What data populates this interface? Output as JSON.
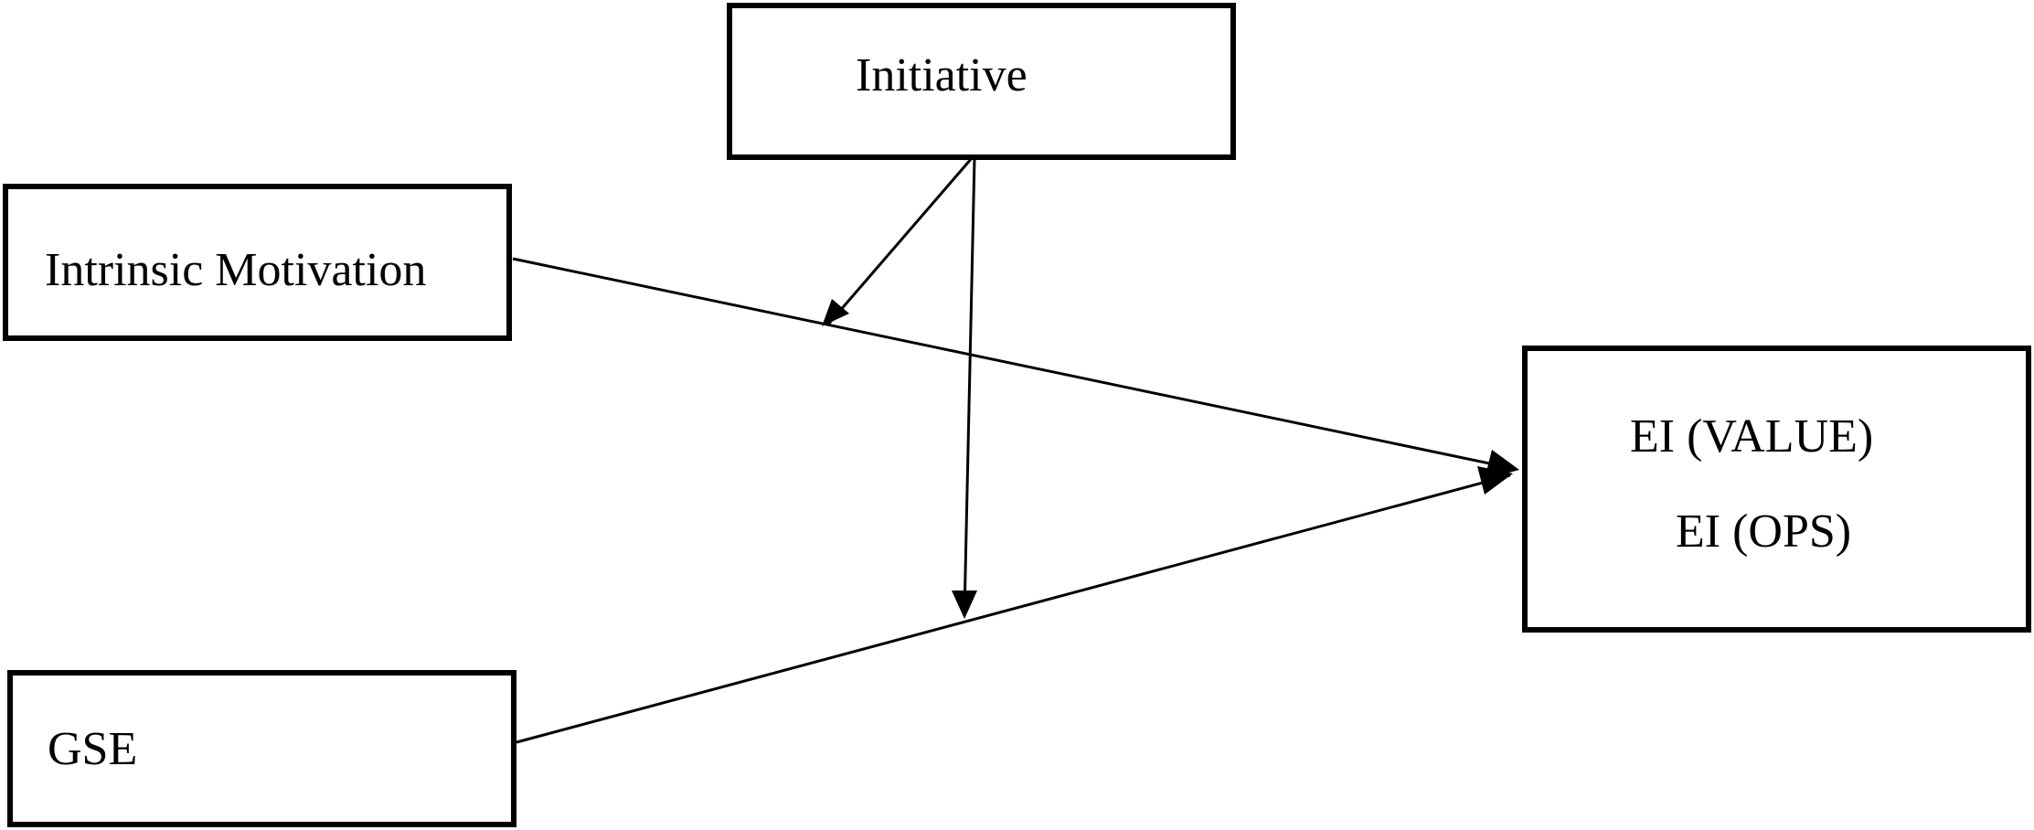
{
  "diagram": {
    "nodes": {
      "initiative": {
        "label": "Initiative"
      },
      "intrinsic_motivation": {
        "label": "Intrinsic Motivation"
      },
      "gse": {
        "label": "GSE"
      },
      "ei": {
        "label_value": "EI (VALUE)",
        "label_ops": "EI (OPS)"
      }
    },
    "edges": [
      {
        "from": "intrinsic_motivation",
        "to": "ei",
        "kind": "direct"
      },
      {
        "from": "gse",
        "to": "ei",
        "kind": "direct"
      },
      {
        "from": "initiative",
        "to": "intrinsic_motivation -> ei",
        "kind": "moderation"
      },
      {
        "from": "initiative",
        "to": "gse -> ei",
        "kind": "moderation"
      }
    ],
    "colors": {
      "line": "#000000",
      "background": "#ffffff"
    }
  }
}
